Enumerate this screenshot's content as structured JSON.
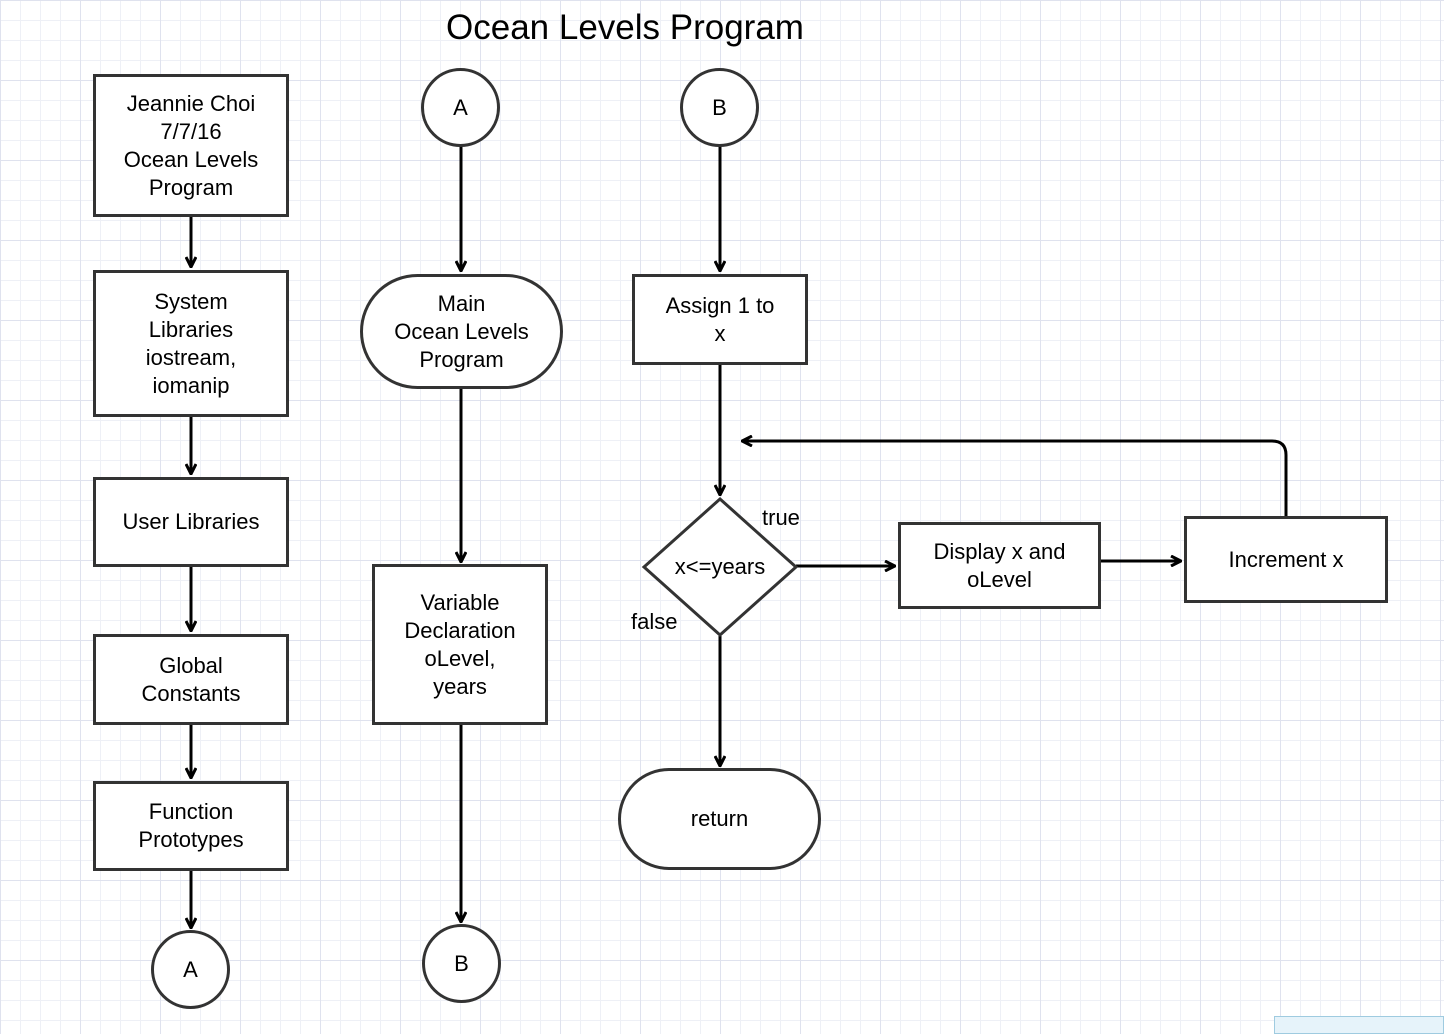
{
  "diagram": {
    "title": "Ocean Levels Program",
    "nodes": {
      "header": "Jeannie Choi\n7/7/16\nOcean Levels\nProgram",
      "system_libraries": "System\nLibraries\niostream,\niomanip",
      "user_libraries": "User Libraries",
      "global_constants": "Global\nConstants",
      "function_prototypes": "Function\nPrototypes",
      "connector_a_bottom": "A",
      "connector_a_top": "A",
      "main": "Main\nOcean Levels\nProgram",
      "variable_declaration": "Variable\nDeclaration\noLevel,\nyears",
      "connector_b_bottom": "B",
      "connector_b_top": "B",
      "assign": "Assign 1 to\nx",
      "decision": "x<=years",
      "display": "Display x and\noLevel",
      "increment": "Increment x",
      "return": "return"
    },
    "edge_labels": {
      "true": "true",
      "false": "false"
    },
    "colors": {
      "stroke": "#333333",
      "grid": "#dfe2ee",
      "background": "#ffffff"
    }
  }
}
